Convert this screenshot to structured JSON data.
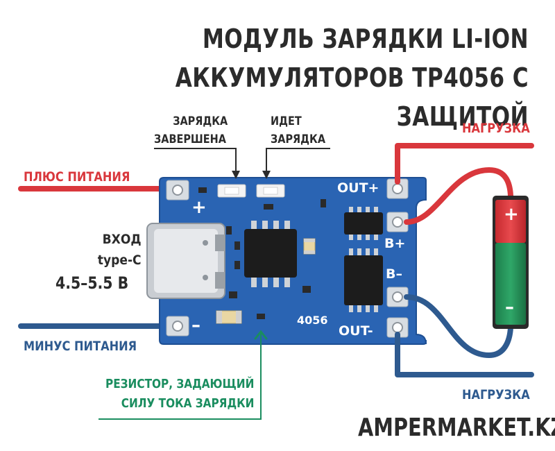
{
  "title": {
    "line1": "МОДУЛЬ ЗАРЯДКИ LI-ION",
    "line2": "АККУМУЛЯТОРОВ TP4056 С ЗАЩИТОЙ"
  },
  "labels": {
    "charge_done_line1": "ЗАРЯДКА",
    "charge_done_line2": "ЗАВЕРШЕНА",
    "charging_line1": "ИДЕТ",
    "charging_line2": "ЗАРЯДКА",
    "power_plus": "ПЛЮС ПИТАНИЯ",
    "power_minus": "МИНУС ПИТАНИЯ",
    "input_line1": "ВХОД",
    "input_line2": "type-C",
    "input_voltage": "4.5–5.5 В",
    "resistor_line1": "РЕЗИСТОР, ЗАДАЮЩИЙ",
    "resistor_line2": "СИЛУ ТОКА ЗАРЯДКИ",
    "load_top": "НАГРУЗКА",
    "load_bottom": "НАГРУЗКА",
    "brand": "AMPERMARKET.KZ"
  },
  "board": {
    "out_plus": "OUT+",
    "b_plus": "B+",
    "b_minus": "B–",
    "out_minus": "OUT-",
    "chip_id": "4056",
    "plus_sign": "+",
    "minus_sign": "–"
  },
  "battery": {
    "plus": "+",
    "minus": "–"
  },
  "colors": {
    "red_wire": "#d9373c",
    "blue_wire": "#2e5a8f",
    "pcb": "#2a64b3",
    "green_note": "#1a8d5f"
  }
}
